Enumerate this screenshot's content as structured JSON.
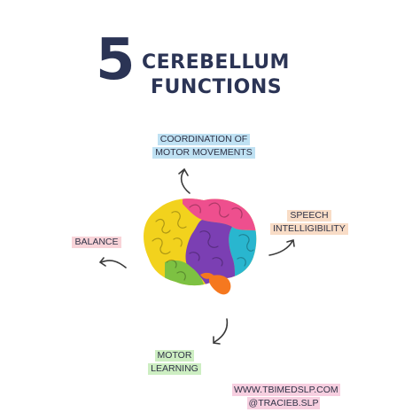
{
  "title": {
    "number": "5",
    "line1": "CEREBELLUM",
    "line2": "FUNCTIONS"
  },
  "functions": {
    "coordination": {
      "line1": "COORDINATION OF",
      "line2": "MOTOR MOVEMENTS",
      "highlight": "#bfe1f3"
    },
    "speech": {
      "line1": "SPEECH",
      "line2": "INTELLIGIBILITY",
      "highlight": "#f8dcc6"
    },
    "balance": {
      "line1": "BALANCE",
      "highlight": "#f8d3d8"
    },
    "motor_learning": {
      "line1": "MOTOR",
      "line2": "LEARNING",
      "highlight": "#cdeec2"
    }
  },
  "credits": {
    "website": "WWW.TBIMEDSLP.COM",
    "handle": "@TRACIEB.SLP",
    "highlight": "#f7cfe0"
  },
  "brain": {
    "icon": "clay-brain-icon",
    "colors": {
      "yellow": "#f2d21d",
      "pink": "#ee4f8e",
      "teal": "#29b6cf",
      "purple": "#7b3fb3",
      "green": "#7dc142",
      "orange": "#f5781f"
    }
  }
}
